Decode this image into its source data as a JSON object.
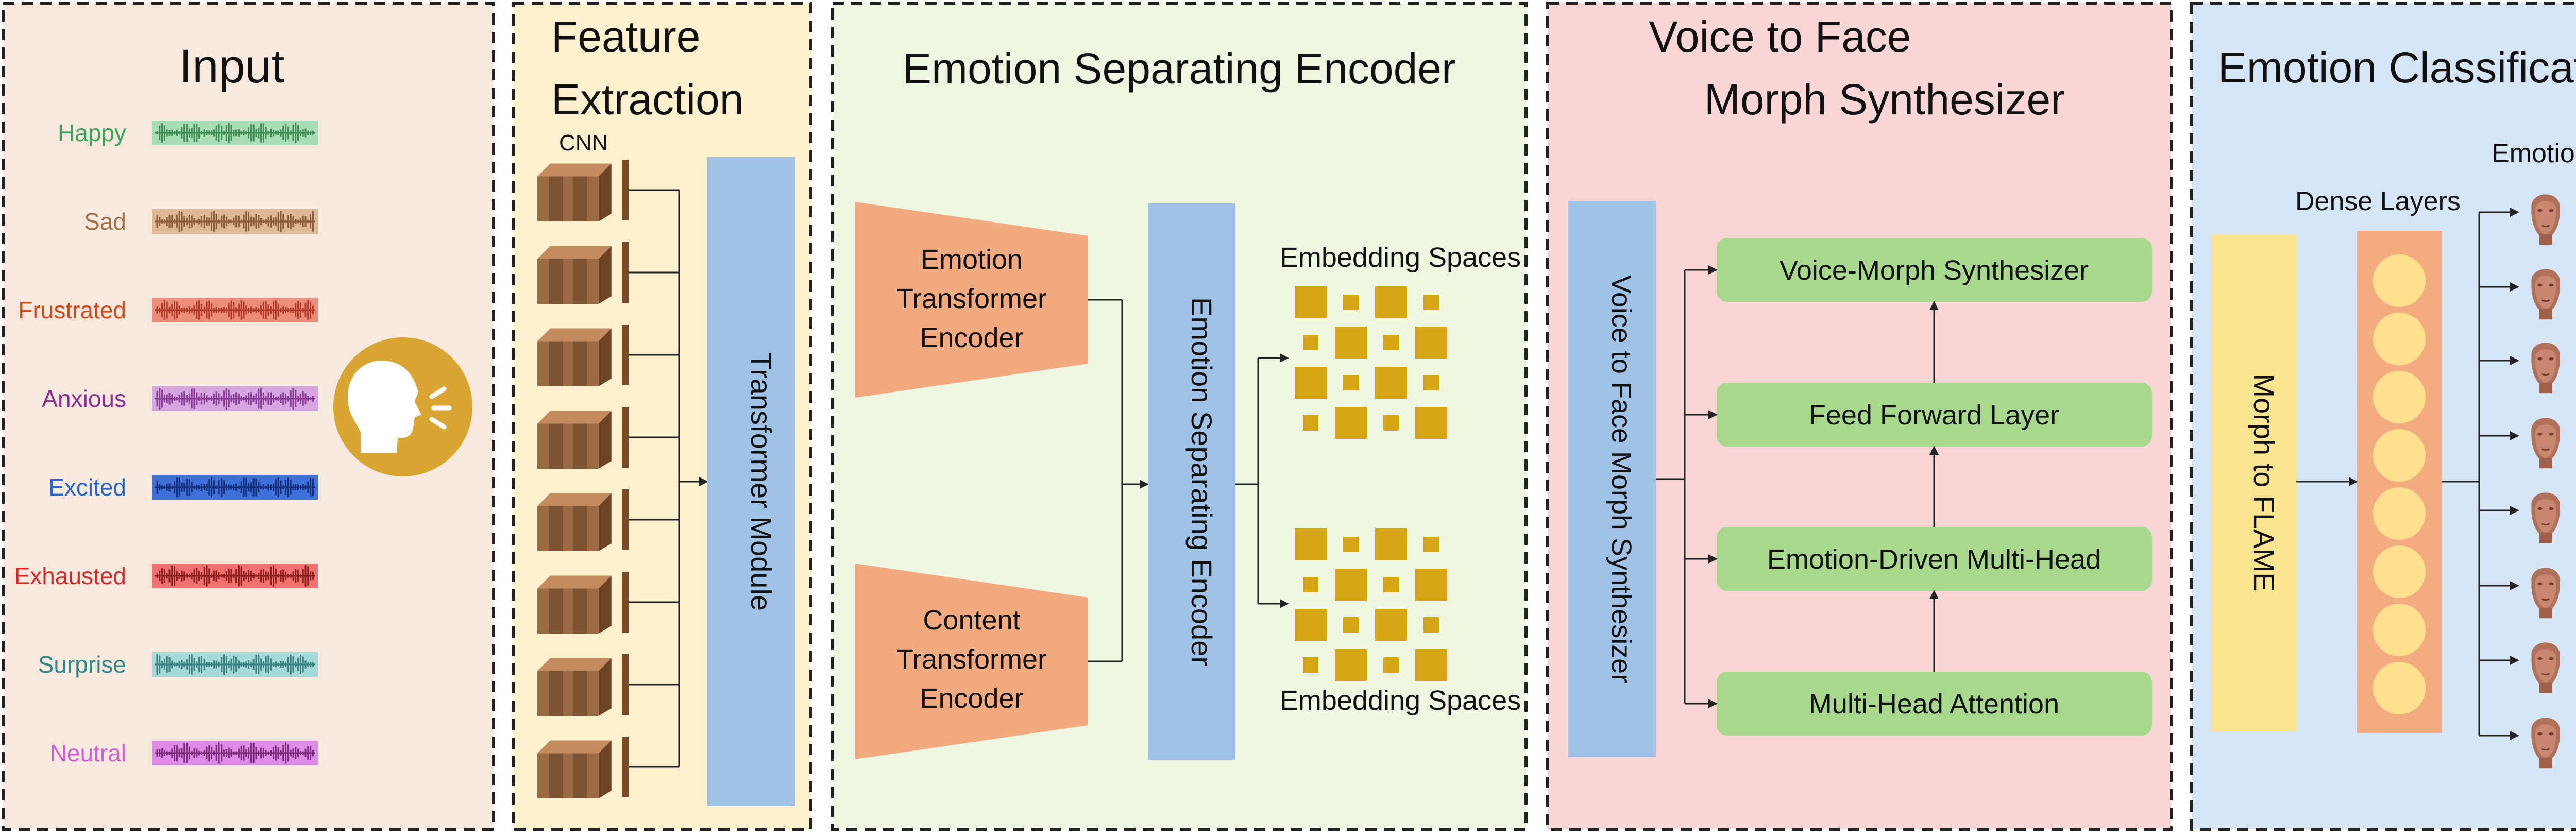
{
  "input": {
    "title": "Input",
    "emotions": [
      {
        "label": "Happy",
        "color": "#3aa55a",
        "bar": "#a8ddb5",
        "wave": "#3f8a55"
      },
      {
        "label": "Sad",
        "color": "#a0714b",
        "bar": "#dcb896",
        "wave": "#8a5a3a"
      },
      {
        "label": "Frustrated",
        "color": "#d04a1e",
        "bar": "#ec8c7a",
        "wave": "#b03a2a"
      },
      {
        "label": "Anxious",
        "color": "#8e2b96",
        "bar": "#d5a6e0",
        "wave": "#8a3a96"
      },
      {
        "label": "Excited",
        "color": "#2a66c8",
        "bar": "#3f6fd8",
        "wave": "#14307a"
      },
      {
        "label": "Exhausted",
        "color": "#d42a2a",
        "bar": "#f07070",
        "wave": "#8a1f1f"
      },
      {
        "label": "Surprise",
        "color": "#2e8a8a",
        "bar": "#a6dada",
        "wave": "#3a8080"
      },
      {
        "label": "Neutral",
        "color": "#d65cd6",
        "bar": "#e08ae8",
        "wave": "#7a2a7a"
      }
    ],
    "speaker_icon": "speaking-head-icon"
  },
  "feature_extraction": {
    "title_line1": "Feature",
    "title_line2": "Extraction",
    "cnn_label": "CNN",
    "transformer_label": "Transformer Module"
  },
  "emotion_separating_encoder": {
    "title": "Emotion Separating Encoder",
    "emotion_encoder": [
      "Emotion",
      "Transformer",
      "Encoder"
    ],
    "content_encoder": [
      "Content",
      "Transformer",
      "Encoder"
    ],
    "separating_label": "Emotion Separating Encoder",
    "embedding_top": "Embedding Spaces",
    "embedding_bottom": "Embedding Spaces"
  },
  "voice_to_face": {
    "title_line1": "Voice to Face",
    "title_line2": "Morph Synthesizer",
    "side_label": "Voice to Face Morph Synthesizer",
    "blocks": [
      "Voice-Morph Synthesizer",
      "Feed Forward Layer",
      "Emotion-Driven Multi-Head",
      "Multi-Head Attention"
    ]
  },
  "emotion_classification": {
    "title": "Emotion Classification",
    "dense_label": "Dense Layers",
    "emotions_label": "Emotions",
    "flame_label": "Morph to FLAME"
  },
  "colors": {
    "panel_input": "#f8e9de",
    "panel_feature": "#fdf0cf",
    "panel_encoder": "#eff6e1",
    "panel_voice": "#f8d6d6",
    "panel_class": "#d6e6f6",
    "blue_box": "#9fc2e6",
    "orange": "#f2ab80",
    "green": "#a7d88e",
    "gold": "#d4a517",
    "yellow": "#fbe491",
    "peach": "#f3ab81",
    "circle": "#ffe08e"
  }
}
